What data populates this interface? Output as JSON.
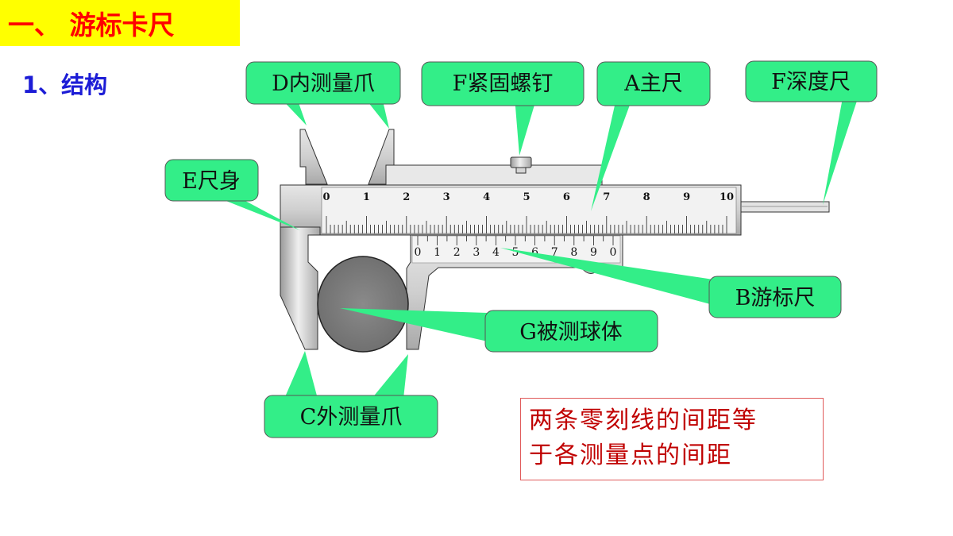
{
  "title": "一、 游标卡尺",
  "subtitle": "1、结构",
  "labels": {
    "d": "D内测量爪",
    "f_screw": "F紧固螺钉",
    "a": "A主尺",
    "f_depth": "F深度尺",
    "e": "E尺身",
    "b": "B游标尺",
    "g": "G被测球体",
    "c": "C外测量爪"
  },
  "main_scale_numbers": [
    "0",
    "1",
    "2",
    "3",
    "4",
    "5",
    "6",
    "7",
    "8",
    "9",
    "10"
  ],
  "vernier_numbers": [
    "0",
    "1",
    "2",
    "3",
    "4",
    "5",
    "6",
    "7",
    "8",
    "9",
    "0"
  ],
  "note": {
    "line1": "两条零刻线的间距等",
    "line2": "于各测量点的间距"
  },
  "colors": {
    "title_bg": "#ffff00",
    "title_text": "#ff0000",
    "subtitle": "#1c1cd6",
    "callout_fill": "#33ee88",
    "note_text": "#c00000",
    "note_border": "#e05a5a",
    "metal": "#c8c8c8"
  }
}
